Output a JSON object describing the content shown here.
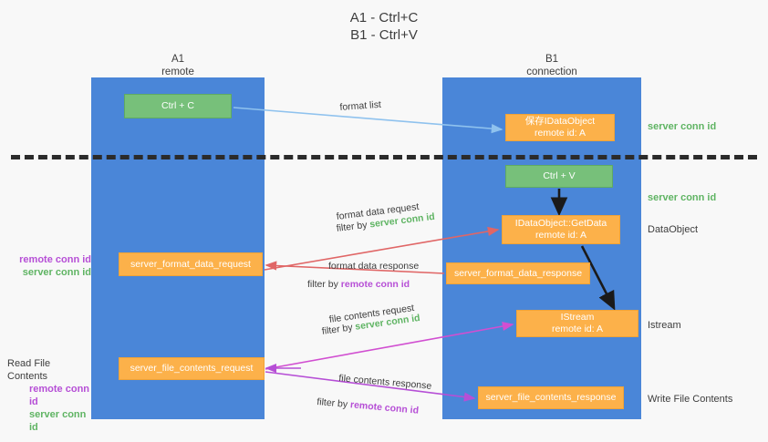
{
  "title": "A1 - Ctrl+C\nB1 - Ctrl+V",
  "columns": {
    "left": {
      "name": "A1",
      "role": "remote"
    },
    "right": {
      "name": "B1",
      "role": "connection"
    }
  },
  "nodes": {
    "ctrl_c": {
      "label": "Ctrl + C",
      "color": "#77c07a"
    },
    "save_idataobject": {
      "line1": "保存IDataObject",
      "line2": "remote id: A",
      "color": "#fcb14a"
    },
    "ctrl_v": {
      "label": "Ctrl + V",
      "color": "#77c07a"
    },
    "getdata": {
      "line1": "IDataObject::GetData",
      "line2": "remote id: A",
      "color": "#fcb14a"
    },
    "server_format_data_request": {
      "label": "server_format_data_request",
      "color": "#fcb14a"
    },
    "server_format_data_response": {
      "label": "server_format_data_response",
      "color": "#fcb14a"
    },
    "istream": {
      "line1": "IStream",
      "line2": "remote id: A",
      "color": "#fcb14a"
    },
    "server_file_contents_request": {
      "label": "server_file_contents_request",
      "color": "#fcb14a"
    },
    "server_file_contents_response": {
      "label": "server_file_contents_response",
      "color": "#fcb14a"
    }
  },
  "edges": {
    "format_list": {
      "label": "format list",
      "color": "#8fc2ee"
    },
    "format_data_request": {
      "label": "format data request",
      "filter_prefix": "filter by ",
      "filter_id": "server conn id",
      "color": "#e06666"
    },
    "format_data_response": {
      "label": "format data response",
      "filter_prefix": "filter by ",
      "filter_id": "remote conn id",
      "color": "#e06666"
    },
    "file_contents_request": {
      "label": "file contents request",
      "filter_prefix": "filter by ",
      "filter_id": "server conn id",
      "color": "#d14fd1"
    },
    "file_contents_response": {
      "label": "file contents response",
      "filter_prefix": "filter by ",
      "filter_id": "remote conn id",
      "color": "#b64fd6"
    }
  },
  "annotations": {
    "right": [
      {
        "text": "server conn id",
        "style": "green"
      },
      {
        "text": "server conn id",
        "style": "green"
      },
      {
        "text": "DataObject",
        "style": "plain"
      },
      {
        "text": "Istream",
        "style": "plain"
      },
      {
        "text": "Write File Contents",
        "style": "plain"
      }
    ],
    "left": {
      "read_file_contents": "Read File Contents",
      "remote_conn_id": "remote conn id",
      "server_conn_id": "server conn id"
    }
  },
  "colors": {
    "column_blue": "#4a86d8",
    "green": "#5fb463",
    "purple": "#b64fd6",
    "orange": "#fcb14a",
    "red_arrow": "#e06666",
    "magenta_arrow": "#d14fd1",
    "light_blue_arrow": "#8fc2ee",
    "divider": "#2b2b2b"
  }
}
